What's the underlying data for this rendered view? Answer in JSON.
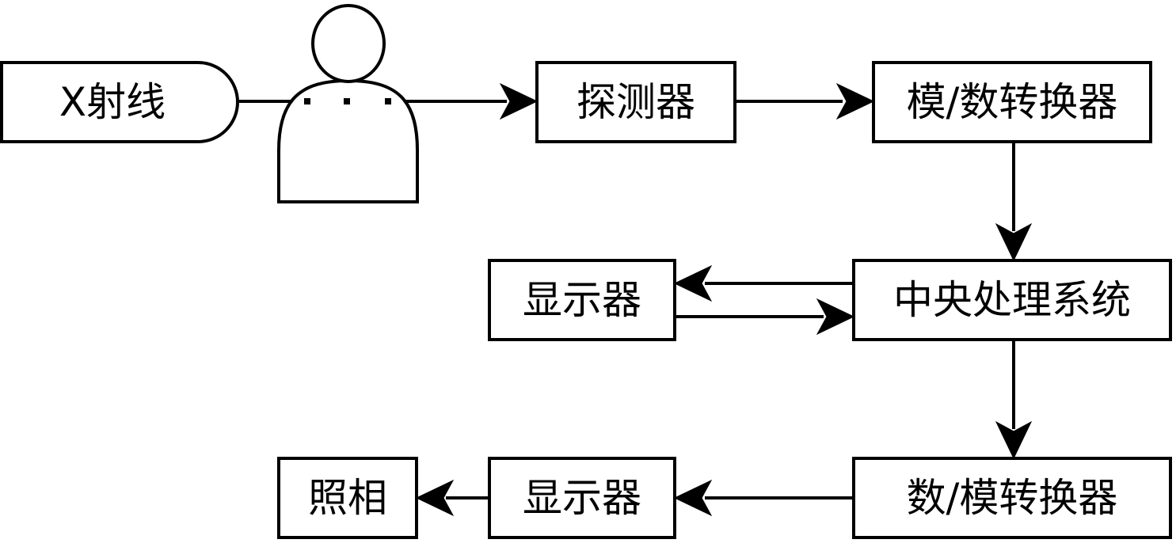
{
  "nodes": {
    "xray": "X射线",
    "detector": "探测器",
    "adc": "模/数转换器",
    "cpu": "中央处理系统",
    "display_top": "显示器",
    "dac": "数/模转换器",
    "display_bottom": "显示器",
    "photo": "照相"
  },
  "edges": [
    {
      "from": "xray",
      "to": "detector",
      "via": "patient"
    },
    {
      "from": "detector",
      "to": "adc"
    },
    {
      "from": "adc",
      "to": "cpu"
    },
    {
      "from": "cpu",
      "to": "display_top"
    },
    {
      "from": "display_top",
      "to": "cpu"
    },
    {
      "from": "cpu",
      "to": "dac"
    },
    {
      "from": "dac",
      "to": "display_bottom"
    },
    {
      "from": "display_bottom",
      "to": "photo"
    }
  ],
  "icons": {
    "patient": "person-icon"
  },
  "colors": {
    "stroke": "#000000",
    "fill": "#ffffff"
  }
}
